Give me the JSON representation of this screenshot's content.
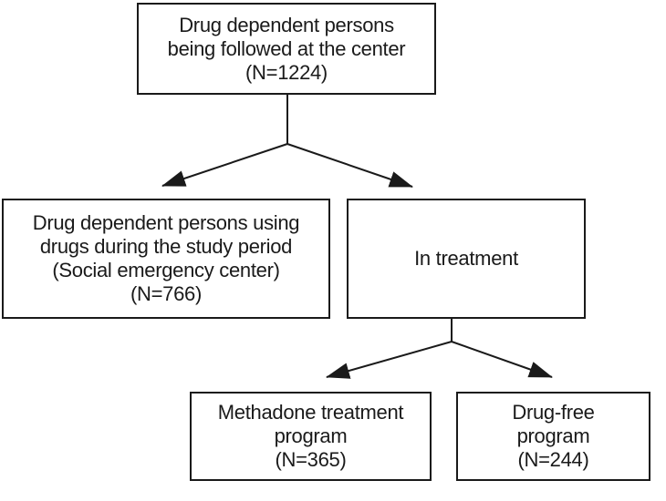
{
  "colors": {
    "line": "#1a1a1a",
    "text": "#1a1a1a",
    "background": "#ffffff"
  },
  "diagram": {
    "type": "flowchart",
    "nodes": [
      {
        "id": "followed",
        "lines": [
          "Drug dependent persons",
          "being followed at the center",
          "(N=1224)"
        ],
        "n": 1224
      },
      {
        "id": "using-drugs",
        "lines": [
          "Drug dependent persons using",
          "drugs during the study period",
          "(Social emergency center)",
          "(N=766)"
        ],
        "n": 766
      },
      {
        "id": "in-treatment",
        "lines": [
          "In treatment"
        ]
      },
      {
        "id": "methadone",
        "lines": [
          "Methadone treatment",
          "program",
          "(N=365)"
        ],
        "n": 365
      },
      {
        "id": "drug-free",
        "lines": [
          "Drug-free",
          "program",
          "(N=244)"
        ],
        "n": 244
      }
    ],
    "edges": [
      {
        "from": "followed",
        "to": "using-drugs"
      },
      {
        "from": "followed",
        "to": "in-treatment"
      },
      {
        "from": "in-treatment",
        "to": "methadone"
      },
      {
        "from": "in-treatment",
        "to": "drug-free"
      }
    ]
  }
}
